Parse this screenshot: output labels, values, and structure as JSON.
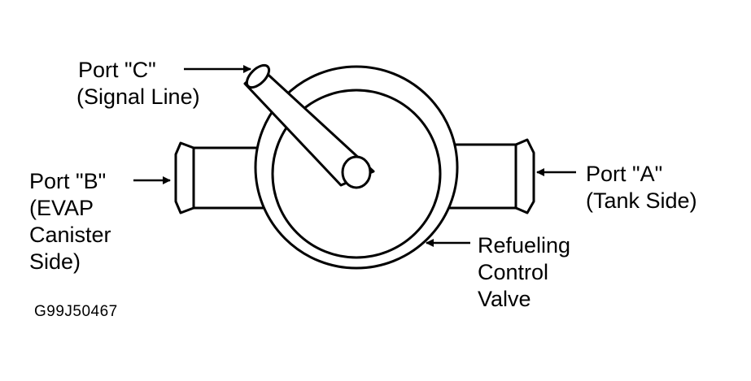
{
  "labels": {
    "port_c": {
      "line1": "Port \"C\"",
      "line2": "(Signal Line)"
    },
    "port_b": {
      "line1": "Port \"B\"",
      "line2": "(EVAP",
      "line3": "Canister",
      "line4": "Side)"
    },
    "port_a": {
      "line1": "Port \"A\"",
      "line2": "(Tank Side)"
    },
    "valve": {
      "line1": "Refueling",
      "line2": "Control",
      "line3": "Valve"
    }
  },
  "figure_code": "G99J50467",
  "colors": {
    "stroke": "#000000",
    "background": "#ffffff"
  }
}
